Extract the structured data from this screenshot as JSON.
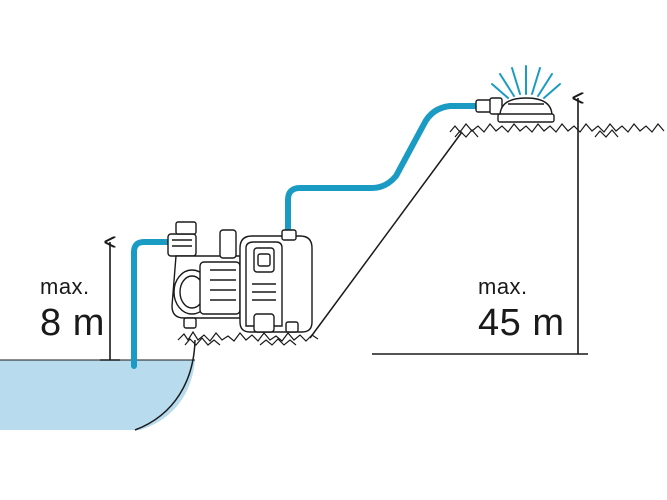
{
  "suction": {
    "prefix": "max.",
    "value": "8 m"
  },
  "delivery_head": {
    "prefix": "max.",
    "value": "45 m"
  },
  "colors": {
    "hose": "#1a9bc4",
    "water": "#b8dcee",
    "line": "#1a1a1a",
    "grass": "#1a1a1a"
  }
}
